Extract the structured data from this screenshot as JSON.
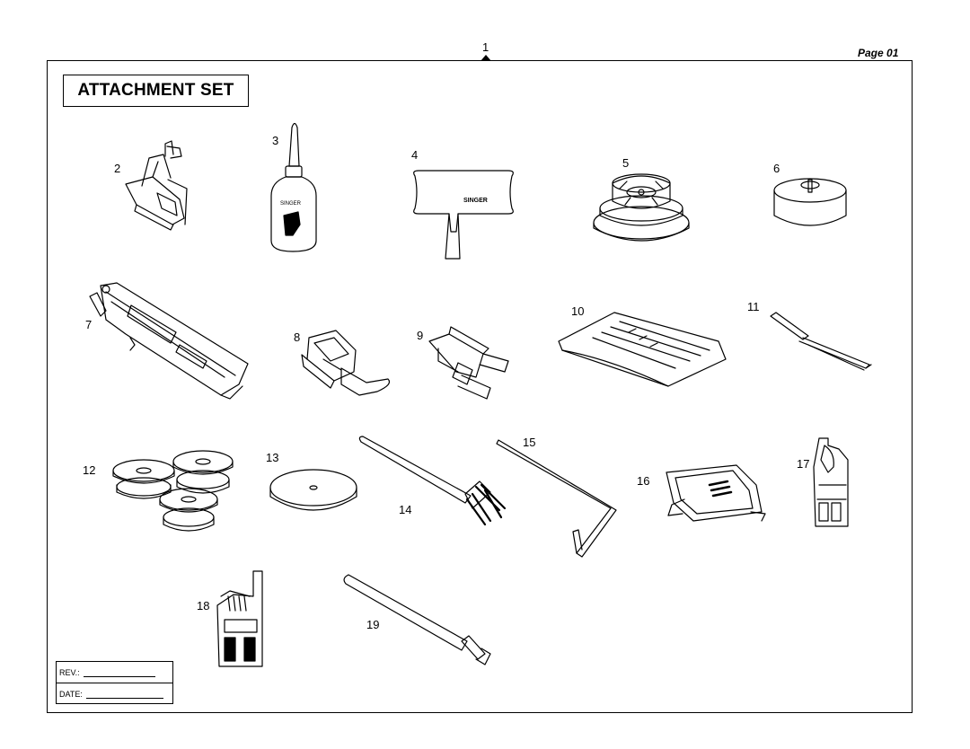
{
  "header": {
    "diagram_marker": "1",
    "page_label": "Page 01"
  },
  "title": "ATTACHMENT SET",
  "parts": [
    {
      "number": "2",
      "icon": "presser-foot-icon"
    },
    {
      "number": "3",
      "icon": "oil-bottle-icon"
    },
    {
      "number": "4",
      "icon": "screwdriver-icon"
    },
    {
      "number": "5",
      "icon": "spool-cap-large-icon"
    },
    {
      "number": "6",
      "icon": "spool-cap-small-icon"
    },
    {
      "number": "7",
      "icon": "buttonhole-foot-icon"
    },
    {
      "number": "8",
      "icon": "zipper-foot-icon"
    },
    {
      "number": "9",
      "icon": "foot-holder-icon"
    },
    {
      "number": "10",
      "icon": "needle-pack-icon"
    },
    {
      "number": "11",
      "icon": "seam-ripper-icon"
    },
    {
      "number": "12",
      "icon": "bobbins-icon"
    },
    {
      "number": "13",
      "icon": "spool-felt-icon"
    },
    {
      "number": "14",
      "icon": "lint-brush-icon"
    },
    {
      "number": "15",
      "icon": "quilting-guide-icon"
    },
    {
      "number": "16",
      "icon": "darning-plate-icon"
    },
    {
      "number": "17",
      "icon": "blind-hem-foot-icon"
    },
    {
      "number": "18",
      "icon": "satin-stitch-foot-icon"
    },
    {
      "number": "19",
      "icon": "spool-pin-icon"
    }
  ],
  "revision": {
    "rev_label": "REV.:",
    "date_label": "DATE:"
  }
}
